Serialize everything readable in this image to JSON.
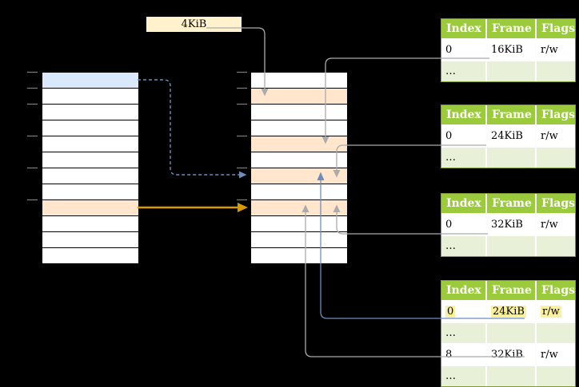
{
  "page_size_box": {
    "label": "4KiB",
    "fill": "#FFF2CC"
  },
  "table_columns": [
    "Index",
    "Frame",
    "Flags"
  ],
  "frame_tables": {
    "t1": {
      "rows": [
        [
          "0",
          "16KiB",
          "r/w"
        ],
        [
          "…",
          "",
          ""
        ]
      ]
    },
    "t2": {
      "rows": [
        [
          "0",
          "24KiB",
          "r/w"
        ],
        [
          "…",
          "",
          ""
        ]
      ]
    },
    "t3": {
      "rows": [
        [
          "0",
          "32KiB",
          "r/w"
        ],
        [
          "…",
          "",
          ""
        ]
      ]
    },
    "t4": {
      "rows": [
        [
          "0",
          "24KiB",
          "r/w"
        ],
        [
          "…",
          "",
          ""
        ],
        [
          "8",
          "32KiB",
          "r/w"
        ],
        [
          "…",
          "",
          ""
        ]
      ],
      "highlighted_row": 0,
      "highlight_color": "#FAF0A0"
    }
  },
  "memory_columns": {
    "left": {
      "row_count": 12,
      "row_styles": [
        "blue",
        "white",
        "white",
        "white",
        "white",
        "white",
        "white",
        "white",
        "orange",
        "white",
        "white",
        "white"
      ]
    },
    "middle": {
      "row_count": 12,
      "row_styles": [
        "white",
        "orange",
        "white",
        "white",
        "orange",
        "white",
        "orange",
        "white",
        "orange",
        "white",
        "white",
        "white"
      ]
    },
    "tick_rows_y": [
      90,
      110,
      130,
      170,
      210,
      250
    ]
  },
  "connectors": [
    {
      "from": "size-box-4kib",
      "to": "middle-row-2",
      "style": "solid-gray-arrow-down"
    },
    {
      "from": "frame-table-1-row-16KiB",
      "to": "middle-row-5",
      "style": "solid-gray-arrow-down"
    },
    {
      "from": "frame-table-2-row-24KiB",
      "to": "middle-row-7",
      "style": "solid-gray-arrow-down"
    },
    {
      "from": "frame-table-3-row-32KiB",
      "to": "middle-row-9",
      "style": "solid-gray-arrow-up"
    },
    {
      "from": "frame-table-4-row-24KiB",
      "to": "middle-row-7",
      "style": "solid-blue-arrow-up"
    },
    {
      "from": "frame-table-4-row-32KiB",
      "to": "middle-row-9",
      "style": "solid-gray-arrow-up"
    },
    {
      "from": "left-row-1",
      "to": "middle-row-7",
      "style": "dashed-blue-arrow-right"
    },
    {
      "from": "left-row-9",
      "to": "middle-row-9",
      "style": "solid-orange-arrow-right"
    }
  ],
  "colors": {
    "background": "#000000",
    "row_blue": "#DAE8FC",
    "row_orange": "#FFE6CC",
    "box_yellow": "#FFF2CC",
    "header_green": "#9BCA3D",
    "row_light_green": "#E8F0D7",
    "table_border_green": "#7E9C33",
    "highlight_yellow": "#FAF0A0",
    "arrow_gray": "#ABABAB",
    "arrow_blue": "#6C8EBF",
    "arrow_orange": "#D79B00",
    "tick_gray": "#7F7F7F"
  }
}
